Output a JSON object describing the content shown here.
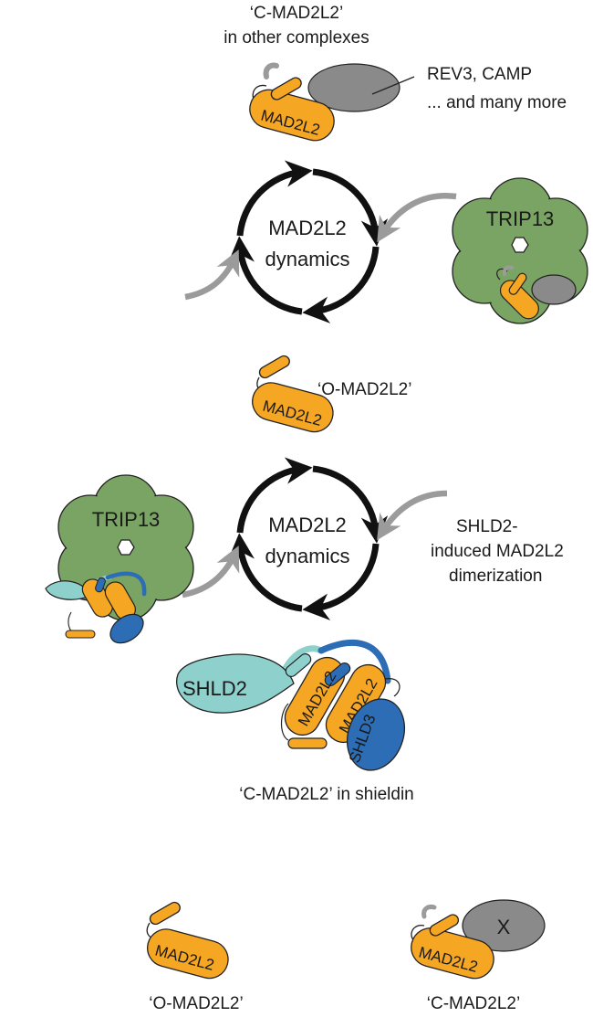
{
  "colors": {
    "mad2l2": "#f5a623",
    "trip13": "#7aa463",
    "partner": "#8a8a8a",
    "shld2": "#8ed1cc",
    "shld3": "#2c6db5",
    "arrow_black": "#111111",
    "arrow_grey": "#9b9b9b"
  },
  "top": {
    "title_line1": "‘C-MAD2L2’",
    "title_line2": "in other complexes",
    "partners_line1": "REV3, CAMP",
    "partners_line2": "... and many more",
    "mad_label": "MAD2L2"
  },
  "cycle1": {
    "line1": "MAD2L2",
    "line2": "dynamics",
    "trip13_label": "TRIP13"
  },
  "open": {
    "mad_label": "MAD2L2",
    "caption": "‘O-MAD2L2’"
  },
  "cycle2": {
    "line1": "MAD2L2",
    "line2": "dynamics",
    "trip13_label": "TRIP13",
    "note_line1": "SHLD2-",
    "note_line2": "induced MAD2L2",
    "note_line3": "dimerization"
  },
  "shieldin": {
    "shld2_label": "SHLD2",
    "mad_a": "MAD2L2",
    "mad_b": "MAD2L2",
    "shld3_label": "SHLD3",
    "caption": "‘C-MAD2L2’ in shieldin"
  },
  "legend": {
    "open_mad": "MAD2L2",
    "open_caption": "‘O-MAD2L2’",
    "closed_mad": "MAD2L2",
    "x_label": "X",
    "closed_caption": "‘C-MAD2L2’"
  }
}
